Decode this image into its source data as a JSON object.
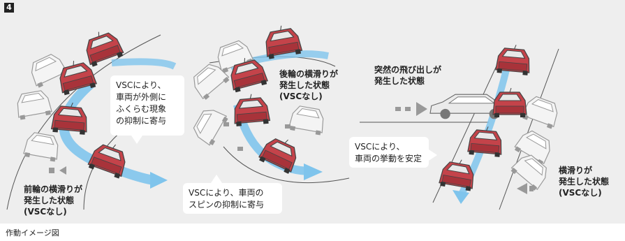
{
  "figure": {
    "number": "4",
    "caption": "作動イメージ図"
  },
  "panels": [
    {
      "label": "前輪の横滑りが\n発生した状態\n(VSCなし)",
      "bubble": "VSCにより、\n車両が外側に\nふくらむ現象\nの抑制に寄与"
    },
    {
      "label": "後輪の横滑りが\n発生した状態\n(VSCなし)",
      "bubble": "VSCにより、車両の\nスピンの抑制に寄与"
    },
    {
      "label_top": "突然の飛び出しが\n発生した状態",
      "bubble": "VSCにより、\n車両の挙動を安定",
      "label": "横滑りが\n発生した状態\n(VSCなし)"
    }
  ],
  "colors": {
    "car_red": "#c4434a",
    "ghost_car": "#f4f4f4",
    "path_blue": "#7fc4ec",
    "background": "#eeeeee"
  }
}
